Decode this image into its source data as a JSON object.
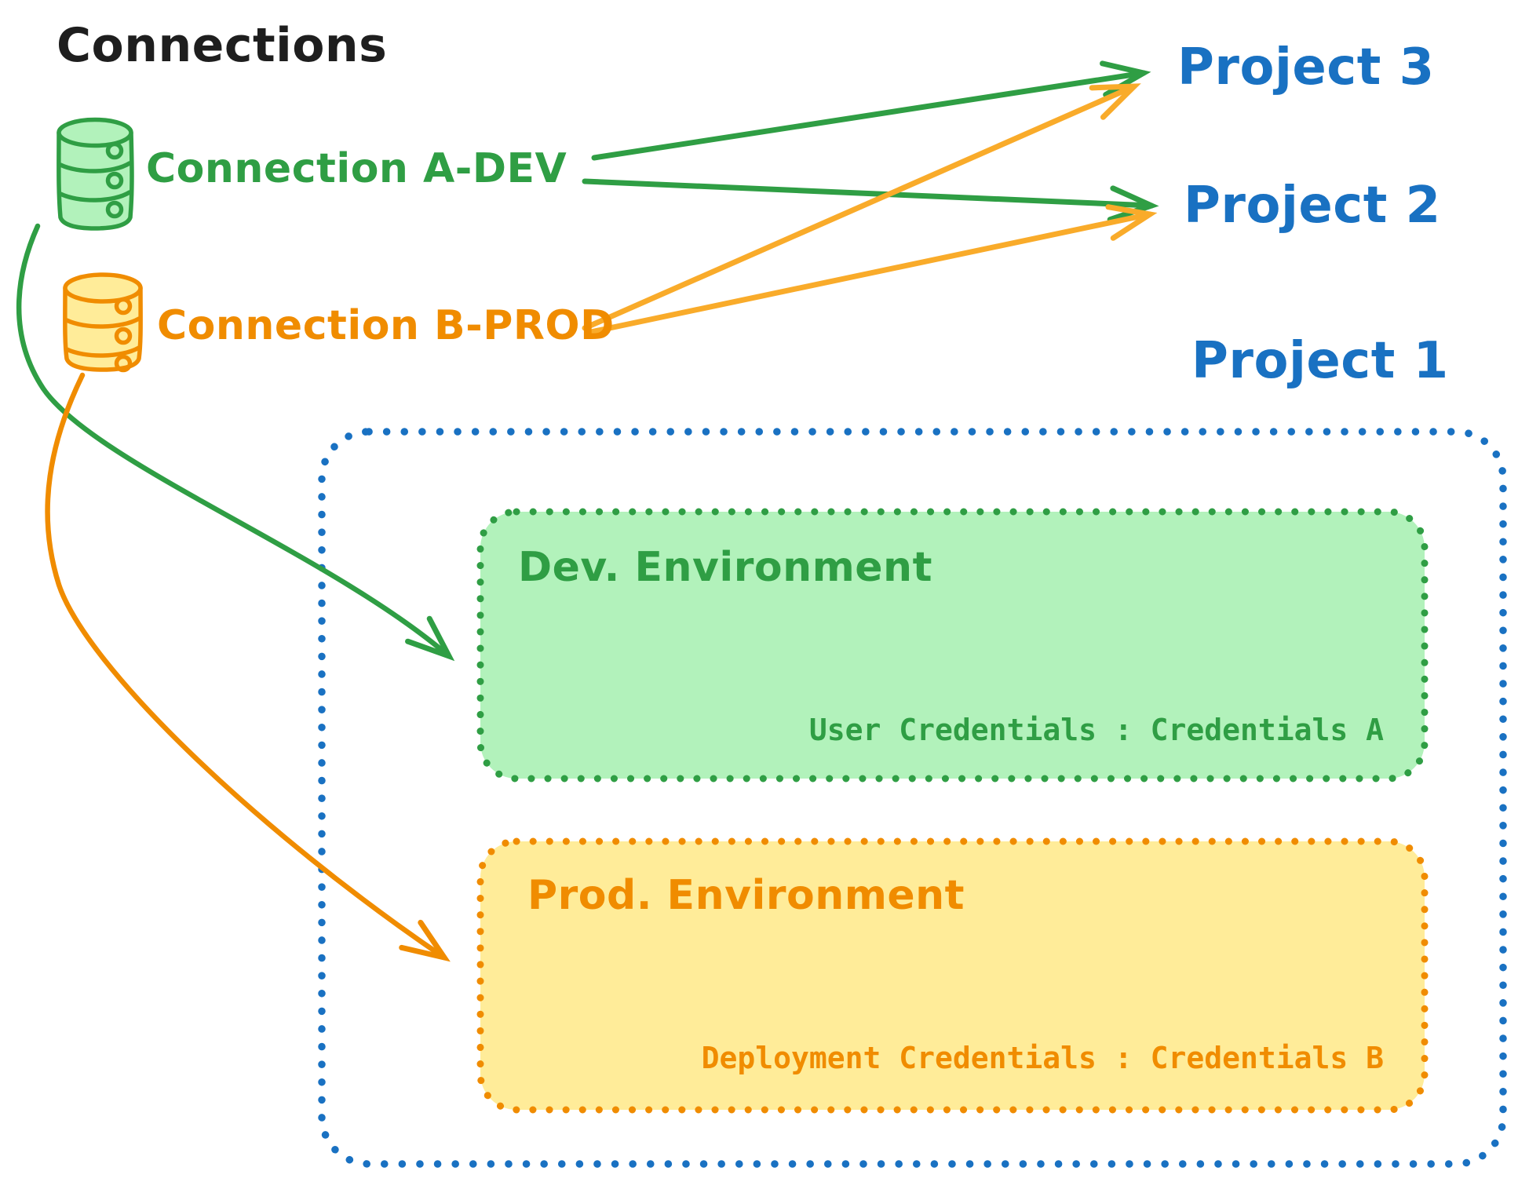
{
  "title": "Connections",
  "colors": {
    "background": "#ffffff",
    "black": "#1e1e1e",
    "blue": "#1971c2",
    "green": "#2f9e44",
    "green_fill": "#b2f2bb",
    "orange": "#f08c00",
    "orange_fill": "#ffec99",
    "arrow_yellow": "#f9ab2a"
  },
  "connections": [
    {
      "label": "Connection A-DEV",
      "color": "#2f9e44",
      "icon": "database-cylinder-icon"
    },
    {
      "label": "Connection B-PROD",
      "color": "#f08c00",
      "icon": "database-cylinder-icon"
    }
  ],
  "projects": [
    {
      "label": "Project 3"
    },
    {
      "label": "Project 2"
    },
    {
      "label": "Project 1"
    }
  ],
  "project1_detail": {
    "environments": [
      {
        "title": "Dev. Environment",
        "credentials_text": "User Credentials : Credentials A",
        "stroke": "#2f9e44",
        "fill": "#b2f2bb"
      },
      {
        "title": "Prod. Environment",
        "credentials_text": "Deployment Credentials : Credentials B",
        "stroke": "#f08c00",
        "fill": "#ffec99"
      }
    ]
  },
  "edges": [
    {
      "from": "Connection A-DEV",
      "to": "Project 3",
      "color": "#2f9e44"
    },
    {
      "from": "Connection A-DEV",
      "to": "Project 2",
      "color": "#2f9e44"
    },
    {
      "from": "Connection B-PROD",
      "to": "Project 3",
      "color": "#f9ab2a"
    },
    {
      "from": "Connection B-PROD",
      "to": "Project 2",
      "color": "#f9ab2a"
    },
    {
      "from": "Connection A-DEV",
      "to": "Dev. Environment (Project 1)",
      "color": "#2f9e44"
    },
    {
      "from": "Connection B-PROD",
      "to": "Prod. Environment (Project 1)",
      "color": "#f08c00"
    }
  ]
}
